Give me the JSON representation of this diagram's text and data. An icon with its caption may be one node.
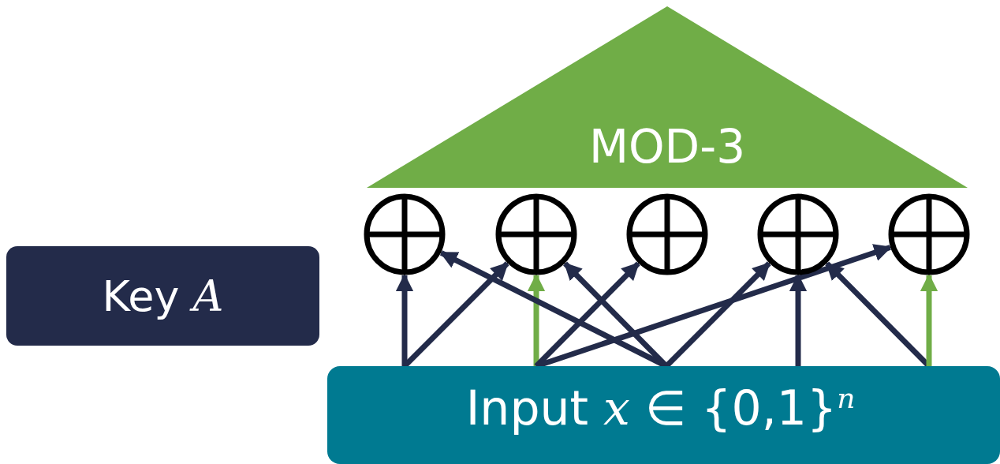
{
  "diagram": {
    "nodes": [
      {
        "text": [
          "MOD-3"
        ]
      },
      {
        "text": [],
        "shape": "circle"
      },
      {
        "text": [],
        "shape": "circle"
      },
      {
        "text": [],
        "shape": "circle"
      },
      {
        "text": [],
        "shape": "circle"
      },
      {
        "text": [],
        "shape": "circle"
      },
      {
        "text": [
          "Key *A*"
        ]
      },
      {
        "text": [
          "Input *x* ∈ {0,1}$^{n}$"
        ]
      }
    ],
    "edges": [
      {
        "from": 7,
        "to": 1,
        "arrow": "to"
      },
      {
        "from": 7,
        "to": 2,
        "arrow": "to"
      },
      {
        "from": 7,
        "to": 2,
        "arrow": "to",
        "color": "#70ad47"
      },
      {
        "from": 7,
        "to": 3,
        "arrow": "to"
      },
      {
        "from": 7,
        "to": 5,
        "arrow": "to"
      },
      {
        "from": 7,
        "to": 1,
        "arrow": "to"
      },
      {
        "from": 7,
        "to": 2,
        "arrow": "to"
      },
      {
        "from": 7,
        "to": 4,
        "arrow": "to"
      },
      {
        "from": 7,
        "to": 4,
        "arrow": "to"
      },
      {
        "from": 7,
        "to": 4,
        "arrow": "to"
      },
      {
        "from": 7,
        "to": 5,
        "arrow": "to",
        "color": "#70ad47"
      }
    ]
  }
}
